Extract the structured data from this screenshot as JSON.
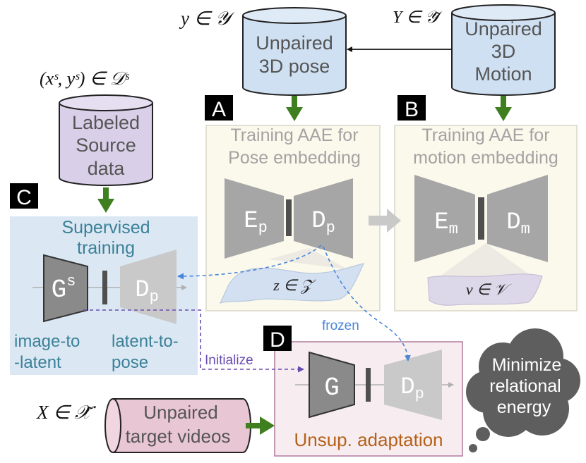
{
  "sources": {
    "labeled_source": {
      "math": "(xˢ, yˢ) ∈ 𝒟ˢ",
      "lines": [
        "Labeled",
        "Source",
        "data"
      ]
    },
    "unpaired_pose": {
      "math": "y ∈ 𝒴",
      "lines": [
        "Unpaired",
        "3D pose"
      ]
    },
    "unpaired_motion": {
      "math": "Y ∈ 𝒴̃",
      "lines": [
        "Unpaired",
        "3D",
        "Motion"
      ]
    },
    "target_videos": {
      "math": "X ∈ 𝒳̃",
      "lines": [
        "Unpaired",
        "target videos"
      ]
    }
  },
  "panels": {
    "A": {
      "badge": "A",
      "title": [
        "Training AAE for",
        "Pose embedding"
      ],
      "encoder": {
        "base": "E",
        "sub": "p"
      },
      "decoder": {
        "base": "D",
        "sub": "p"
      },
      "latent": "z ∈ 𝒵"
    },
    "B": {
      "badge": "B",
      "title": [
        "Training AAE for",
        "motion embedding"
      ],
      "encoder": {
        "base": "E",
        "sub": "m"
      },
      "decoder": {
        "base": "D",
        "sub": "m"
      },
      "latent": "v ∈ 𝒱"
    },
    "C": {
      "badge": "C",
      "title": [
        "Supervised",
        "training"
      ],
      "generator": {
        "base": "G",
        "sup": "s"
      },
      "decoder": {
        "base": "D",
        "sub": "p"
      },
      "left_caption": [
        "image-to",
        "-latent"
      ],
      "right_caption": [
        "latent-to-",
        "pose"
      ]
    },
    "D": {
      "badge": "D",
      "generator": {
        "base": "G"
      },
      "decoder": {
        "base": "D",
        "sub": "p"
      },
      "caption": "Unsup. adaptation"
    }
  },
  "labels": {
    "frozen": "frozen",
    "initialize": "Initialize"
  },
  "cloud": {
    "lines": [
      "Minimize",
      "relational",
      "energy"
    ]
  },
  "colors": {
    "cylinder_blue": "#cfe0f2",
    "cylinder_purple": "#d9cfe8",
    "cylinder_pink": "#e9c6d4",
    "panel_cream": "#fbf8ec",
    "panel_c_blue": "#dbe8f4",
    "panel_d_pink": "#f7ecef",
    "green_arrow": "#3f7f20",
    "teal_text": "#3b8097",
    "orange_text": "#b5611a",
    "blue_dashed": "#4a86d8",
    "purple_dashed": "#6a4cb0",
    "cloud": "#5e5e5e"
  }
}
